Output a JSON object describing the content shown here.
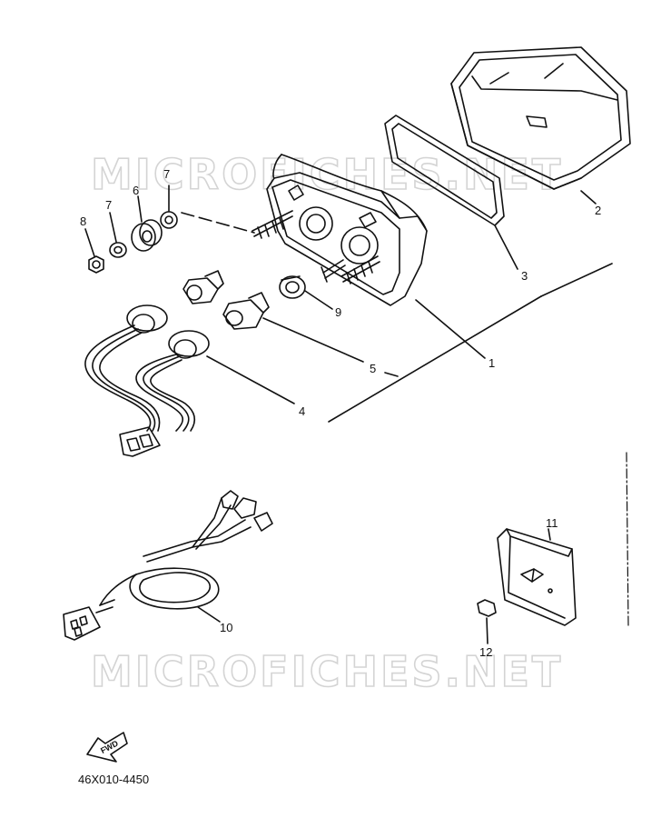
{
  "watermark": {
    "text_top": "MICROFICHES.NET",
    "text_bottom": "MICROFICHES.NET"
  },
  "labels": {
    "p1": "1",
    "p2": "2",
    "p3": "3",
    "p4": "4",
    "p5": "5",
    "p6": "6",
    "p7a": "7",
    "p7b": "7",
    "p8": "8",
    "p9": "9",
    "p10": "10",
    "p11": "11",
    "p12": "12"
  },
  "fwd_label": "FWD",
  "ref_code": "46X010-4450",
  "colors": {
    "line": "#111111",
    "watermark": "#d4d4d4"
  }
}
